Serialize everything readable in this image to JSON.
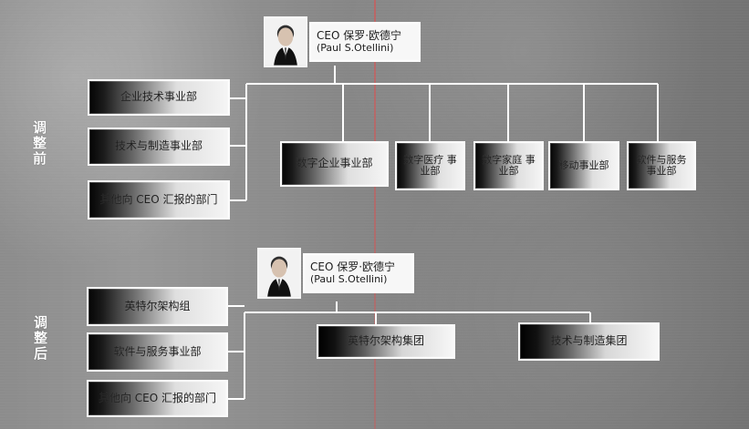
{
  "colors": {
    "background": "#888888",
    "box_white": "#f7f7f7",
    "box_dark": "#111111",
    "line": "#ffffff",
    "guide_red": "#dc5050"
  },
  "top": {
    "label": "调整前",
    "ceo": {
      "line1": "CEO 保罗·欧德宁",
      "line2": "(Paul S.Otellini)"
    },
    "left_departments": [
      "企业技术事业部",
      "技术与制造事业部",
      "其他向 CEO 汇报的部门"
    ],
    "divisions": [
      "数字企业事业部",
      "数字医疗\n事业部",
      "数字家庭\n事业部",
      "移动事业部",
      "软件与服务\n事业部"
    ]
  },
  "bottom": {
    "label": "调整后",
    "ceo": {
      "line1": "CEO 保罗·欧德宁",
      "line2": "(Paul S.Otellini)"
    },
    "left_departments": [
      "英特尔架构组",
      "软件与服务事业部",
      "其他向 CEO 汇报的部门"
    ],
    "groups": [
      "英特尔架构集团",
      "技术与制造集团"
    ]
  },
  "icons": {
    "ceo_avatar": "person-photo-icon"
  }
}
